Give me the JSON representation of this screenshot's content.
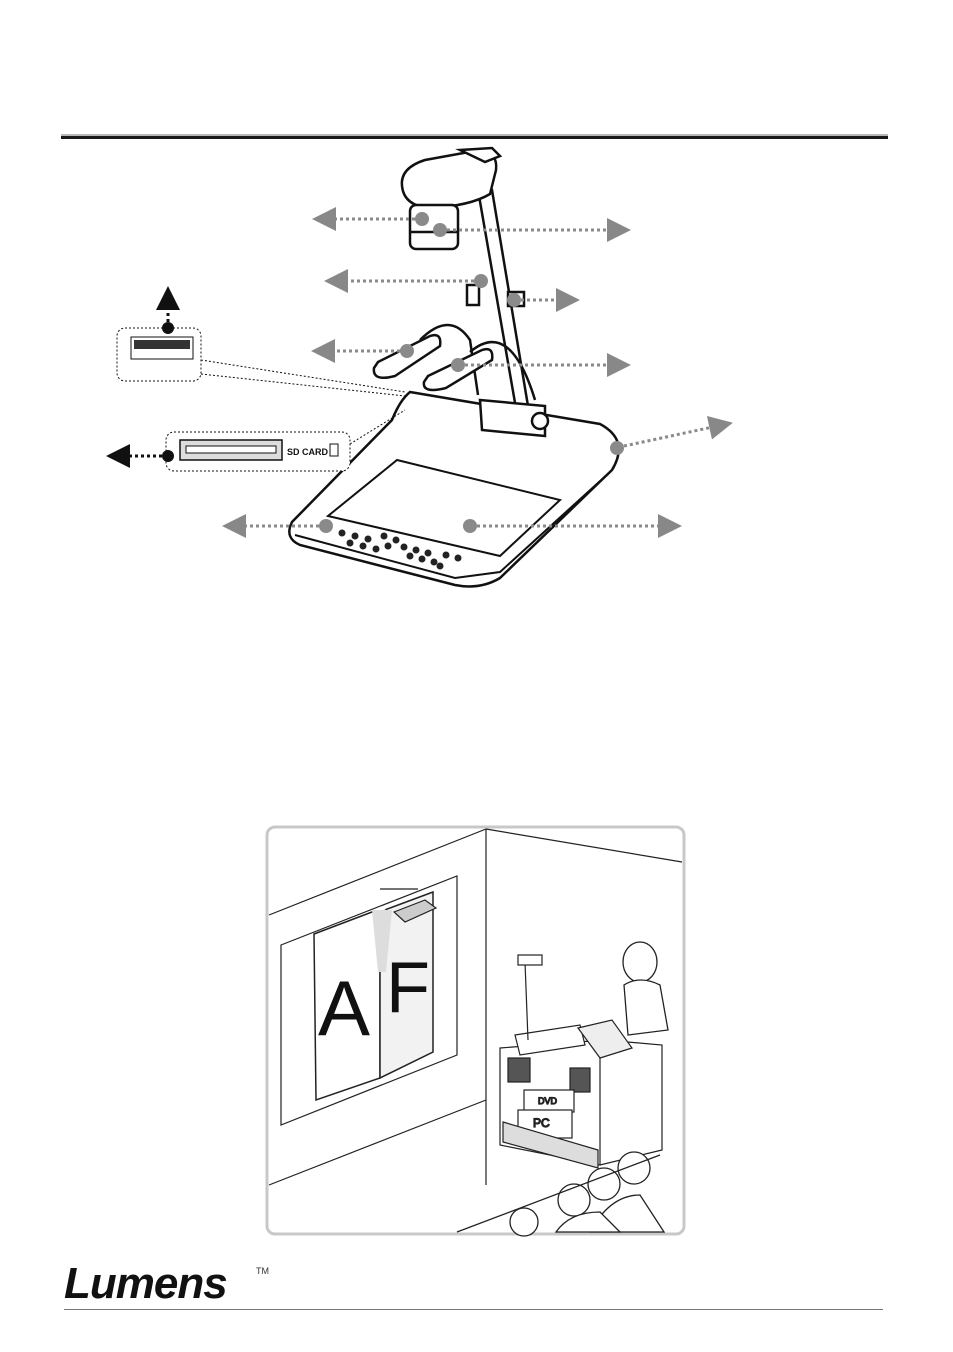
{
  "diagram": {
    "sd_label": "SD CARD",
    "scene_letters": [
      "A",
      "F"
    ],
    "box_labels": {
      "dvd": "DVD",
      "pc": "PC"
    }
  },
  "footer": {
    "brand": "Lumens",
    "trademark": "TM"
  }
}
